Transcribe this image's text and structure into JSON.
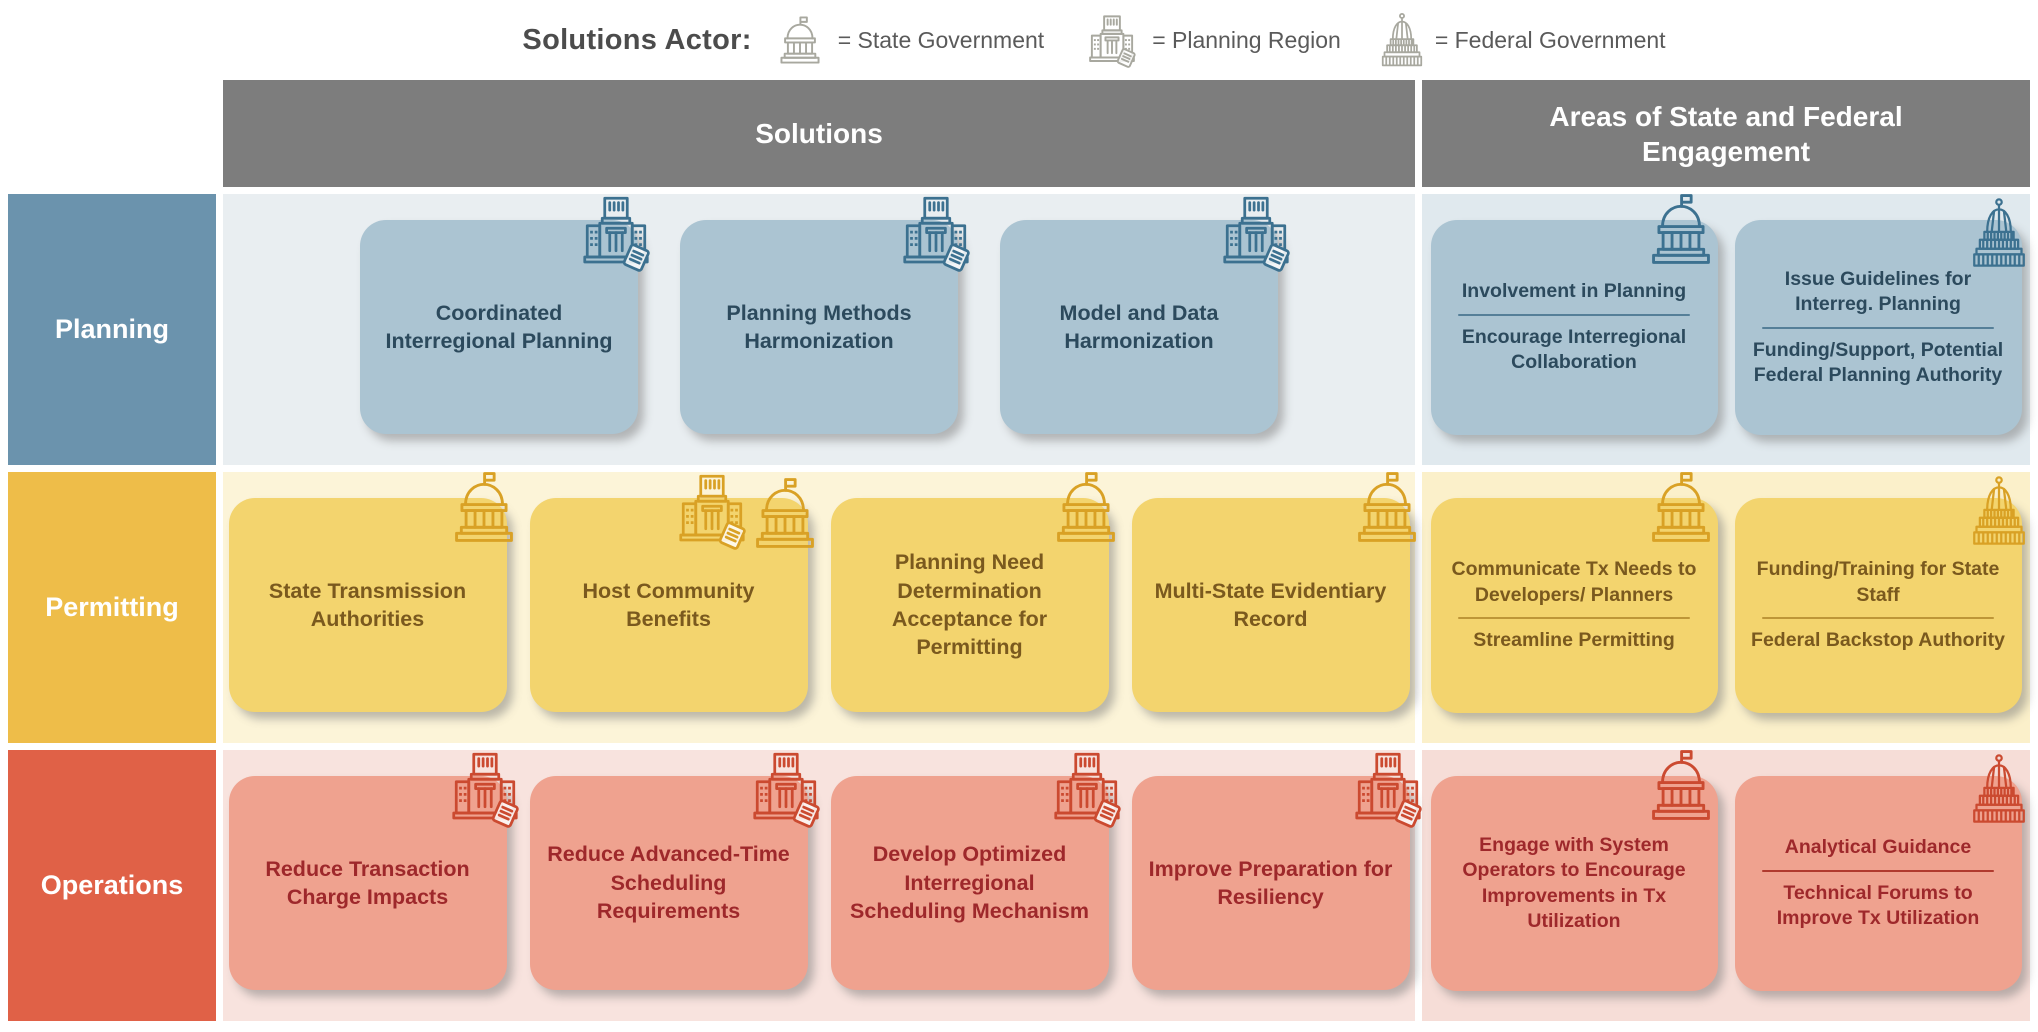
{
  "legend": {
    "title": "Solutions Actor:",
    "items": [
      {
        "icon": "state-government-icon",
        "label": "= State Government"
      },
      {
        "icon": "planning-region-icon",
        "label": "= Planning Region"
      },
      {
        "icon": "federal-government-icon",
        "label": "= Federal Government"
      }
    ]
  },
  "columns": {
    "solutions": "Solutions",
    "engagement": "Areas of State and Federal Engagement"
  },
  "colors": {
    "header": "#7d7d7d",
    "planning_accent": "#6b93ad",
    "permitting_accent": "#eebd49",
    "operations_accent": "#e06147"
  },
  "rows": [
    {
      "label": "Planning",
      "solutions": [
        {
          "text": "Coordinated Interregional Planning",
          "icons": [
            "planning-region"
          ]
        },
        {
          "text": "Planning Methods Harmonization",
          "icons": [
            "planning-region"
          ]
        },
        {
          "text": "Model and Data Harmonization",
          "icons": [
            "planning-region"
          ]
        }
      ],
      "engagement": [
        {
          "top": "Involvement in Planning",
          "bottom": "Encourage Interregional Collaboration",
          "icons": [
            "state-government"
          ]
        },
        {
          "top": "Issue Guidelines for Interreg. Planning",
          "bottom": "Funding/Support, Potential Federal Planning Authority",
          "icons": [
            "federal-government"
          ]
        }
      ]
    },
    {
      "label": "Permitting",
      "solutions": [
        {
          "text": "State Transmission Authorities",
          "icons": [
            "state-government"
          ]
        },
        {
          "text": "Host Community Benefits",
          "icons": [
            "planning-region",
            "state-government"
          ]
        },
        {
          "text": "Planning Need Determination Acceptance for Permitting",
          "icons": [
            "state-government"
          ]
        },
        {
          "text": "Multi-State Evidentiary Record",
          "icons": [
            "state-government"
          ]
        }
      ],
      "engagement": [
        {
          "top": "Communicate Tx Needs to Developers/ Planners",
          "bottom": "Streamline Permitting",
          "icons": [
            "state-government"
          ]
        },
        {
          "top": "Funding/Training for State Staff",
          "bottom": "Federal Backstop Authority",
          "icons": [
            "federal-government"
          ]
        }
      ]
    },
    {
      "label": "Operations",
      "solutions": [
        {
          "text": "Reduce Transaction Charge Impacts",
          "icons": [
            "planning-region"
          ]
        },
        {
          "text": "Reduce Advanced-Time Scheduling Requirements",
          "icons": [
            "planning-region"
          ]
        },
        {
          "text": "Develop Optimized Interregional Scheduling Mechanism",
          "icons": [
            "planning-region"
          ]
        },
        {
          "text": "Improve Preparation for Resiliency",
          "icons": [
            "planning-region"
          ]
        }
      ],
      "engagement": [
        {
          "top": "Engage with System Operators to Encourage Improvements in Tx Utilization",
          "icons": [
            "state-government"
          ]
        },
        {
          "top": "Analytical Guidance",
          "bottom": "Technical Forums to Improve Tx Utilization",
          "icons": [
            "federal-government"
          ]
        }
      ]
    }
  ]
}
